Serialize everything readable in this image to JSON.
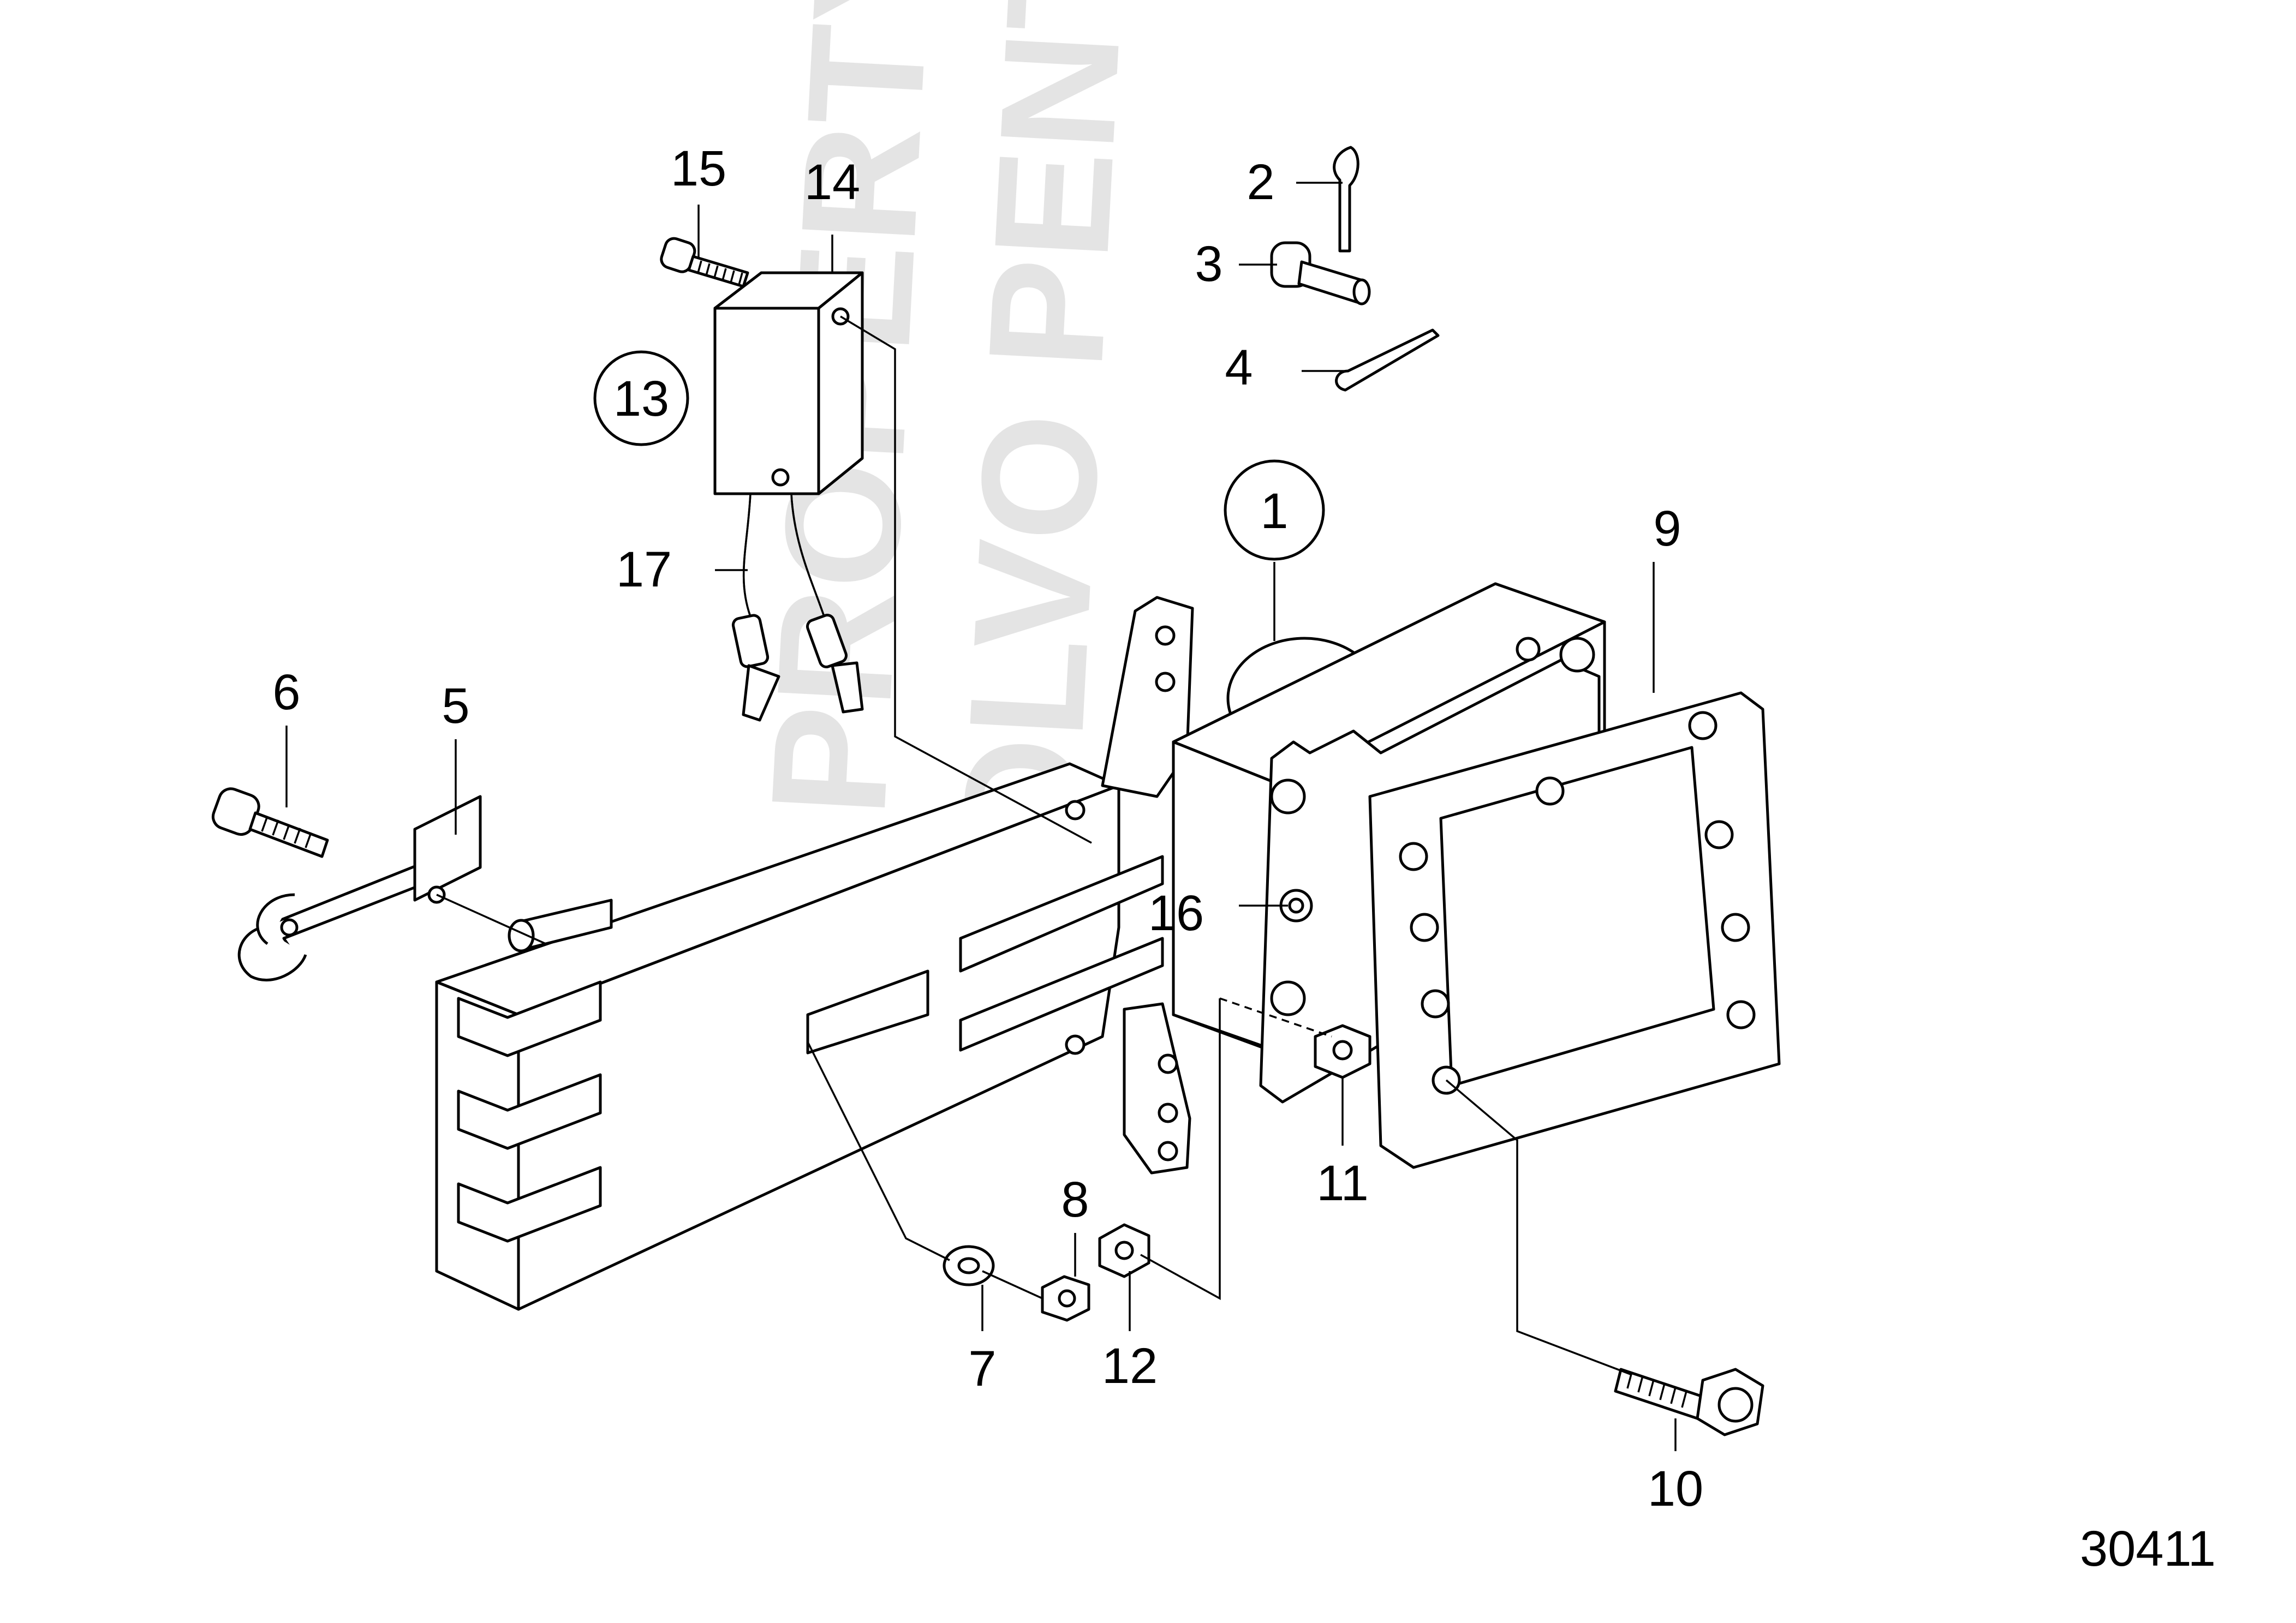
{
  "diagram": {
    "watermark_lines": [
      "PROPERTY OF",
      "VOLVO PENTA"
    ],
    "figure_number": "30411",
    "callouts": [
      {
        "id": "c1",
        "text": "1",
        "circled": true
      },
      {
        "id": "c2",
        "text": "2",
        "circled": false
      },
      {
        "id": "c3",
        "text": "3",
        "circled": false
      },
      {
        "id": "c4",
        "text": "4",
        "circled": false
      },
      {
        "id": "c5",
        "text": "5",
        "circled": false
      },
      {
        "id": "c6",
        "text": "6",
        "circled": false
      },
      {
        "id": "c7",
        "text": "7",
        "circled": false
      },
      {
        "id": "c8",
        "text": "8",
        "circled": false
      },
      {
        "id": "c9",
        "text": "9",
        "circled": false
      },
      {
        "id": "c10",
        "text": "10",
        "circled": false
      },
      {
        "id": "c11",
        "text": "11",
        "circled": false
      },
      {
        "id": "c12",
        "text": "12",
        "circled": false
      },
      {
        "id": "c13",
        "text": "13",
        "circled": true
      },
      {
        "id": "c14",
        "text": "14",
        "circled": false
      },
      {
        "id": "c15",
        "text": "15",
        "circled": false
      },
      {
        "id": "c16",
        "text": "16",
        "circled": false
      },
      {
        "id": "c17",
        "text": "17",
        "circled": false
      }
    ]
  }
}
